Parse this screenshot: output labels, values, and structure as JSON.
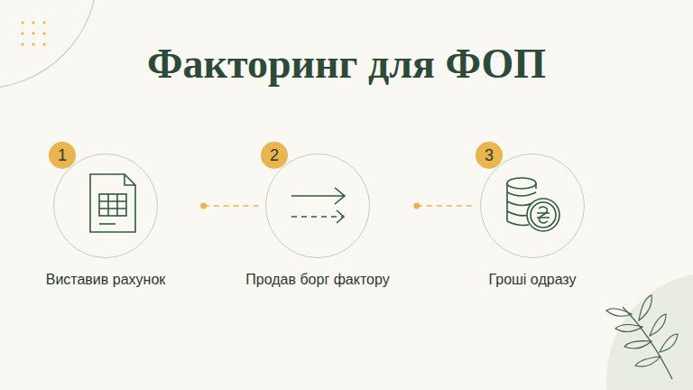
{
  "diagram": {
    "title": "Факторинг для ФОП",
    "nodes": [
      {
        "text": [
          "1",
          "Виставив рахунок"
        ]
      },
      {
        "text": [
          "2",
          "Продав борг фактору"
        ]
      },
      {
        "text": [
          "3",
          "Гроші одразу"
        ]
      }
    ],
    "edges": [
      {
        "from": 0,
        "to": 1,
        "arrow": "none"
      },
      {
        "from": 1,
        "to": 2,
        "arrow": "none"
      }
    ]
  }
}
